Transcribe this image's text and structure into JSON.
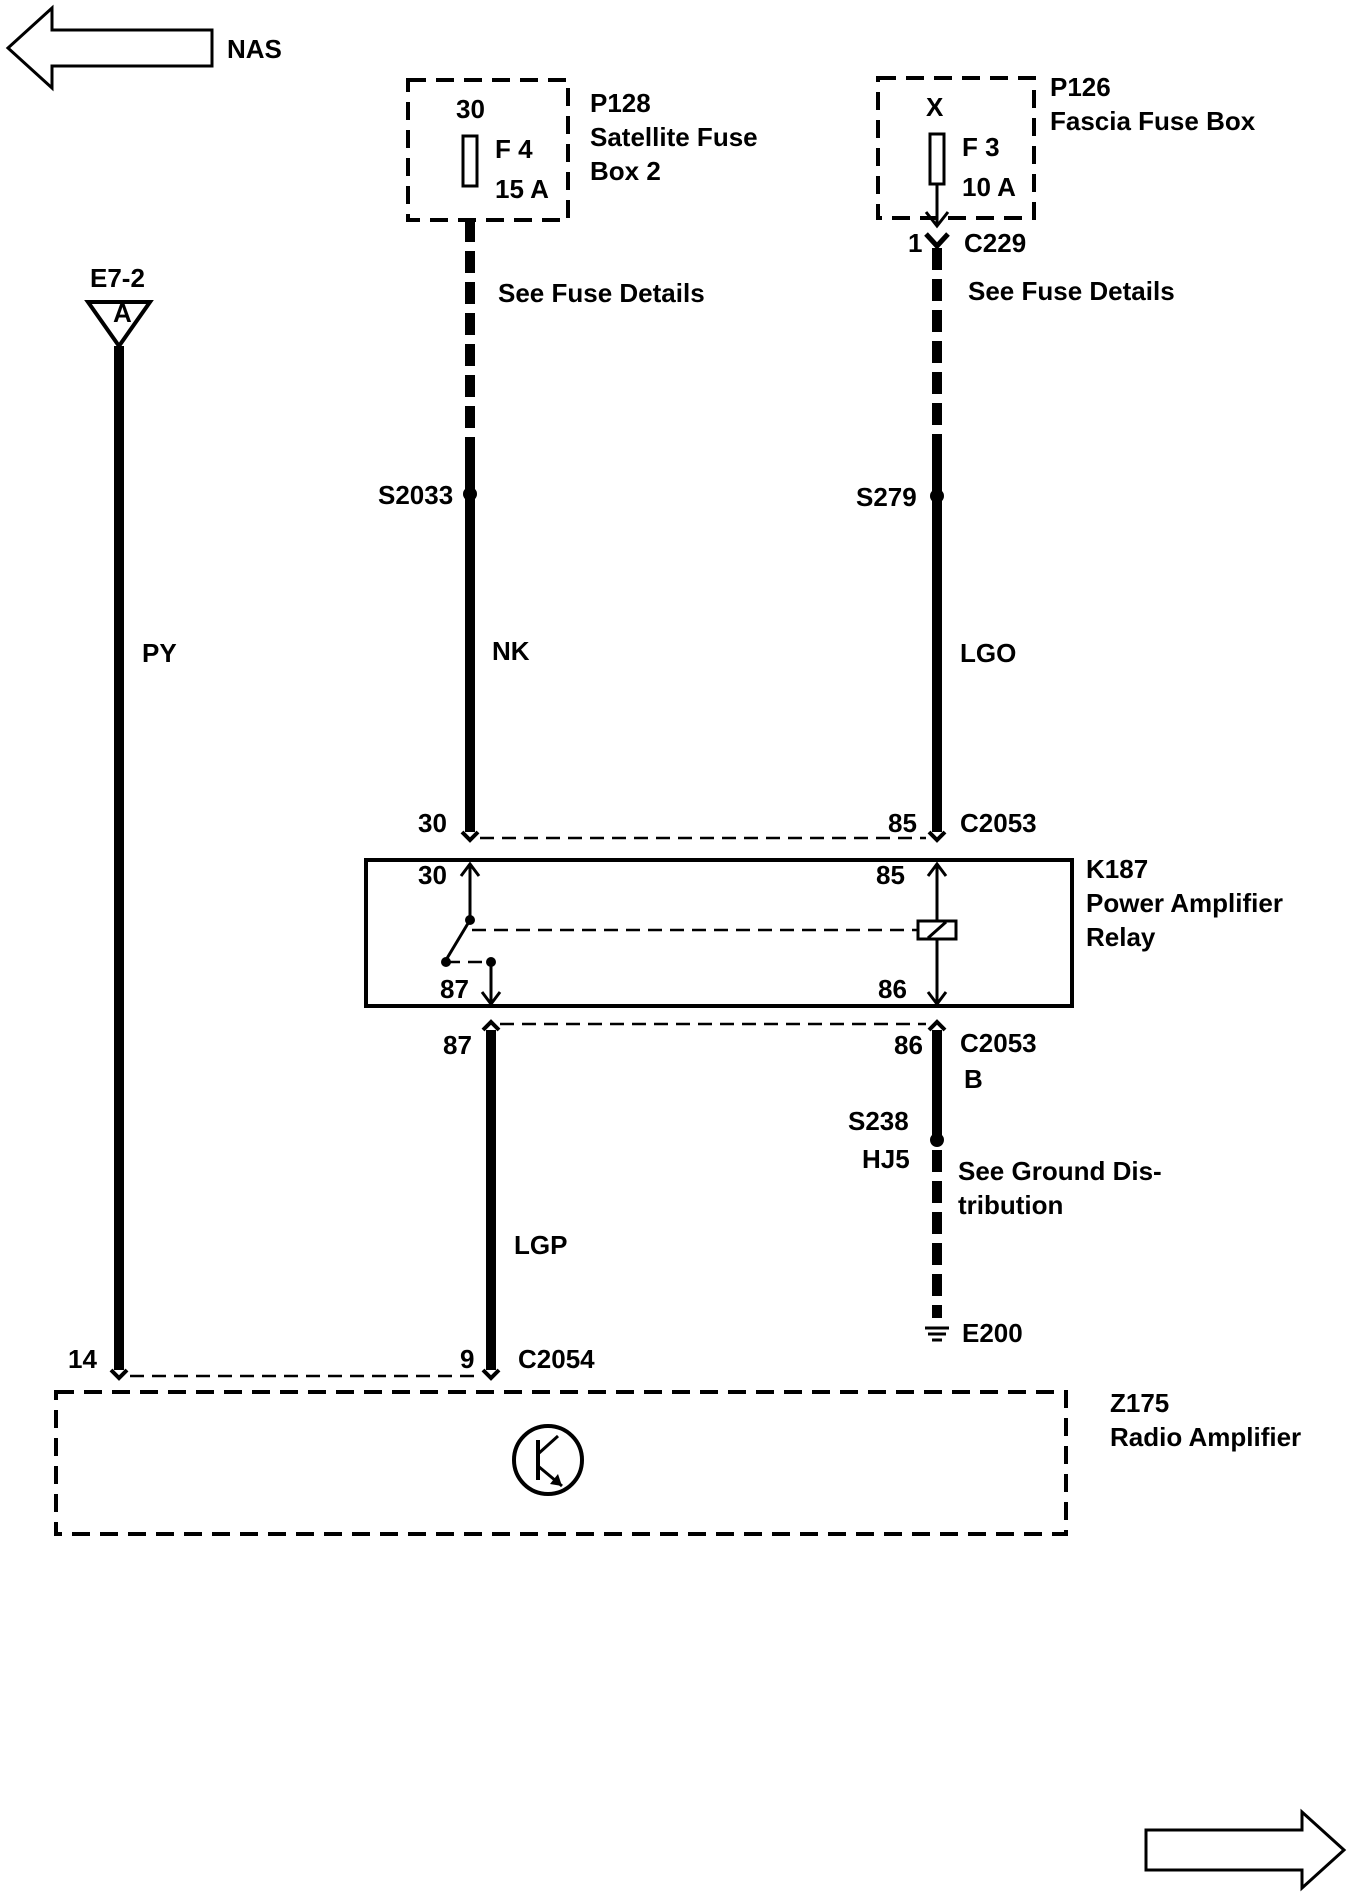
{
  "nav": {
    "back_label": "NAS"
  },
  "fuses": {
    "p128": {
      "terminal": "30",
      "fuse": "F 4",
      "rating": "15 A",
      "id": "P128",
      "name_line1": "Satellite Fuse",
      "name_line2": "Box 2",
      "note": "See Fuse Details",
      "splice": "S2033",
      "wire": "NK"
    },
    "p126": {
      "terminal": "X",
      "fuse": "F 3",
      "rating": "10 A",
      "id": "P126",
      "name": "Fascia Fuse Box",
      "connector_pin": "1",
      "connector": "C229",
      "note": "See Fuse Details",
      "splice": "S279",
      "wire": "LGO"
    }
  },
  "ground_ref": {
    "id": "E7-2",
    "symbol": "A",
    "wire": "PY"
  },
  "relay": {
    "id": "K187",
    "name_line1": "Power Amplifier",
    "name_line2": "Relay",
    "connector_top": {
      "pin_left": "30",
      "pin_right": "85",
      "id": "C2053"
    },
    "inner": {
      "pin_30": "30",
      "pin_85": "85",
      "pin_87": "87",
      "pin_86": "86"
    },
    "connector_bottom": {
      "pin_left": "87",
      "pin_right": "86",
      "id": "C2053",
      "suffix": "B"
    }
  },
  "ground": {
    "splice": "S238",
    "code": "HJ5",
    "note_line1": "See Ground Dis-",
    "note_line2": "tribution",
    "id": "E200"
  },
  "output_wire": "LGP",
  "amplifier": {
    "pin_left": "14",
    "pin_right": "9",
    "connector": "C2054",
    "id": "Z175",
    "name": "Radio Amplifier"
  }
}
